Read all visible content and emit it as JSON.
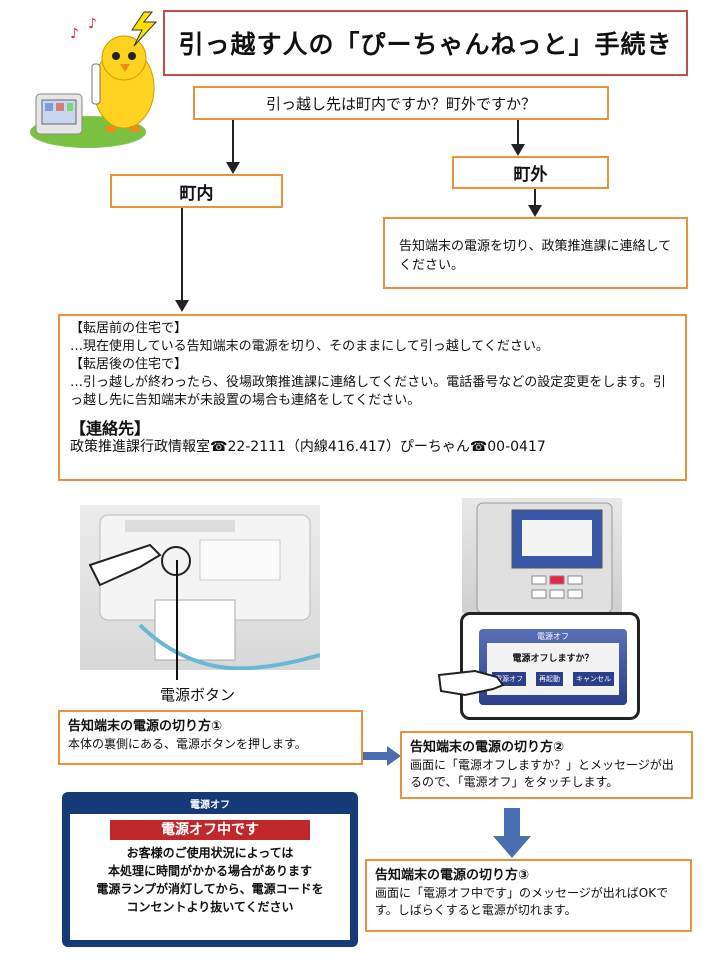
{
  "title": "引っ越す人の「ぴーちゃんねっと」手続き",
  "question": "引っ越し先は町内ですか？町外ですか？",
  "branch_in": "町内",
  "branch_out": "町外",
  "out_message": "告知端末の電源を切り、政策推進課に連絡してください。",
  "info": {
    "before_head": "【転居前の住宅で】",
    "before_body": "…現在使用している告知端末の電源を切り、そのままにして引っ越してください。",
    "after_head": "【転居後の住宅で】",
    "after_body": "…引っ越しが終わったら、役場政策推進課に連絡してください。電話番号などの設定変更をします。引っ越し先に告知端末が未設置の場合も連絡をしてください。",
    "contact_head": "【連絡先】",
    "contact_line": "政策推進課行政情報室☎22-2111（内線416.417）ぴーちゃん☎00-0417"
  },
  "power_button_label": "電源ボタン",
  "steps": [
    {
      "head": "告知端末の電源の切り方①",
      "body": "本体の裏側にある、電源ボタンを押します。"
    },
    {
      "head": "告知端末の電源の切り方②",
      "body": "画面に「電源オフしますか？」とメッセージが出るので、「電源オフ」をタッチします。"
    },
    {
      "head": "告知端末の電源の切り方③",
      "body": "画面に「電源オフ中です」のメッセージが出ればOKです。しばらくすると電源が切れます。"
    }
  ],
  "zoom_screen": {
    "title": "電源オフ",
    "question": "電源オフしますか？",
    "buttons": [
      "電源オフ",
      "再起動",
      "キャンセル"
    ]
  },
  "off_screen": {
    "title": "電源オフ",
    "status": "電源オフ中です",
    "lines": [
      "お客様のご使用状況によっては",
      "本処理に時間がかかる場合があります",
      "電源ランプが消灯してから、電源コードを",
      "コンセントより抜いてください"
    ]
  },
  "colors": {
    "box_border": "#e8923a",
    "title_border": "#c0504d",
    "blue_arrow": "#4a6fb0",
    "off_red": "#c0282c"
  }
}
